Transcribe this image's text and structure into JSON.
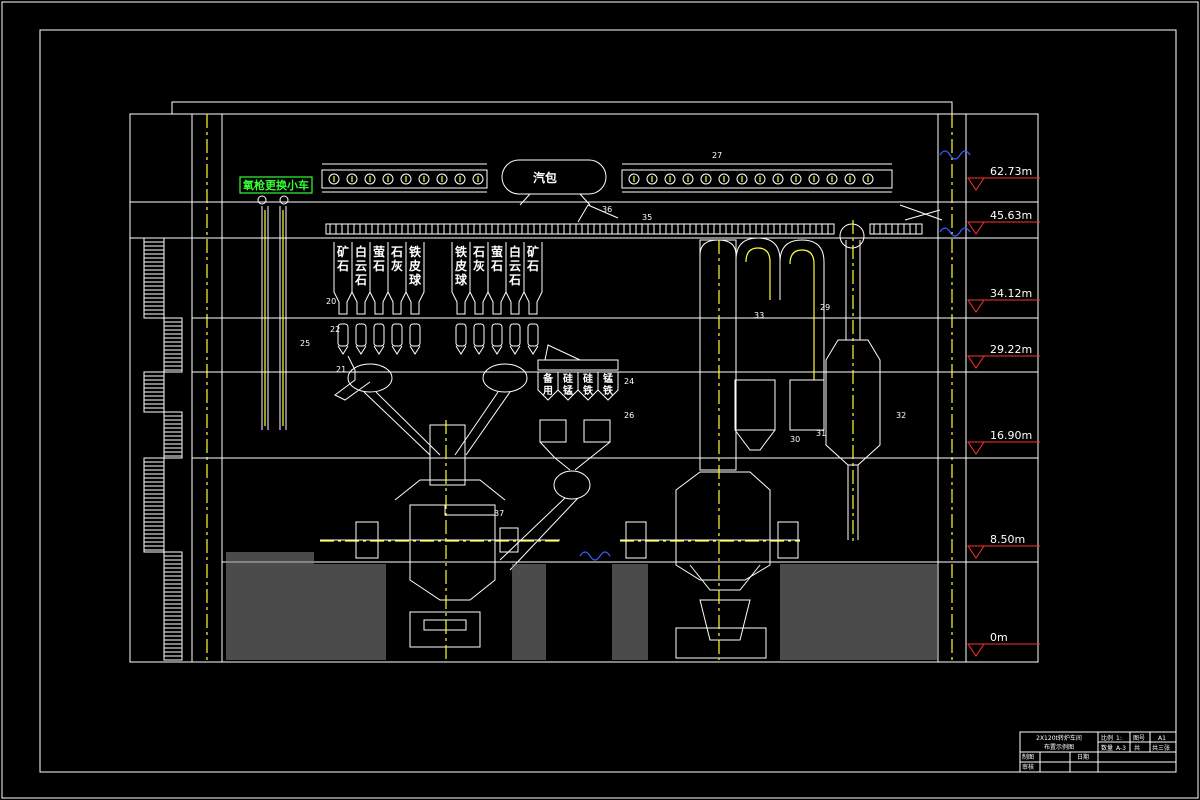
{
  "elevations": [
    {
      "label": "62.73m",
      "level": 62.73
    },
    {
      "label": "45.63m",
      "level": 45.63
    },
    {
      "label": "34.12m",
      "level": 34.12
    },
    {
      "label": "29.22m",
      "level": 29.22
    },
    {
      "label": "16.90m",
      "level": 16.9
    },
    {
      "label": "8.50m",
      "level": 8.5
    },
    {
      "label": "0m",
      "level": 0
    }
  ],
  "labels": {
    "steam_drum": "汽包",
    "oxygen_lance_cart": "氧枪更换小车"
  },
  "bins_left": [
    [
      "矿",
      "石"
    ],
    [
      "白",
      "云",
      "石"
    ],
    [
      "萤",
      "石"
    ],
    [
      "石",
      "灰"
    ],
    [
      "铁",
      "皮",
      "球"
    ]
  ],
  "bins_right": [
    [
      "铁",
      "皮",
      "球"
    ],
    [
      "石",
      "灰"
    ],
    [
      "萤",
      "石"
    ],
    [
      "白",
      "云",
      "石"
    ],
    [
      "矿",
      "石"
    ]
  ],
  "alloy_bins": [
    [
      "备",
      "用"
    ],
    [
      "硅",
      "锰"
    ],
    [
      "硅",
      "铁"
    ],
    [
      "锰",
      "铁"
    ]
  ],
  "part_numbers": {
    "n20": "20",
    "n21": "21",
    "n22": "22",
    "n24": "24",
    "n25": "25",
    "n26": "26",
    "n27": "27",
    "n29": "29",
    "n30": "30",
    "n31": "31",
    "n32": "32",
    "n33": "33",
    "n35": "35",
    "n36": "36",
    "n37": "37"
  },
  "title_block": {
    "project": "2X120t转炉车间",
    "drawing": "布置示例图",
    "scale_label": "比例",
    "scale_value": "1:",
    "sheet_label": "图号",
    "size": "A1",
    "count_label": "数量",
    "count_value": "A-3",
    "sheet_count": "共",
    "sheet_no": "共三张",
    "drawn_label": "制图",
    "checked_label": "审核",
    "date_label": "日期"
  },
  "colors": {
    "line": "#ffffff",
    "centerline": "#ffff33",
    "hatch": "#3a5bff",
    "marker": "#ff3030",
    "highlight": "#33ff33"
  }
}
